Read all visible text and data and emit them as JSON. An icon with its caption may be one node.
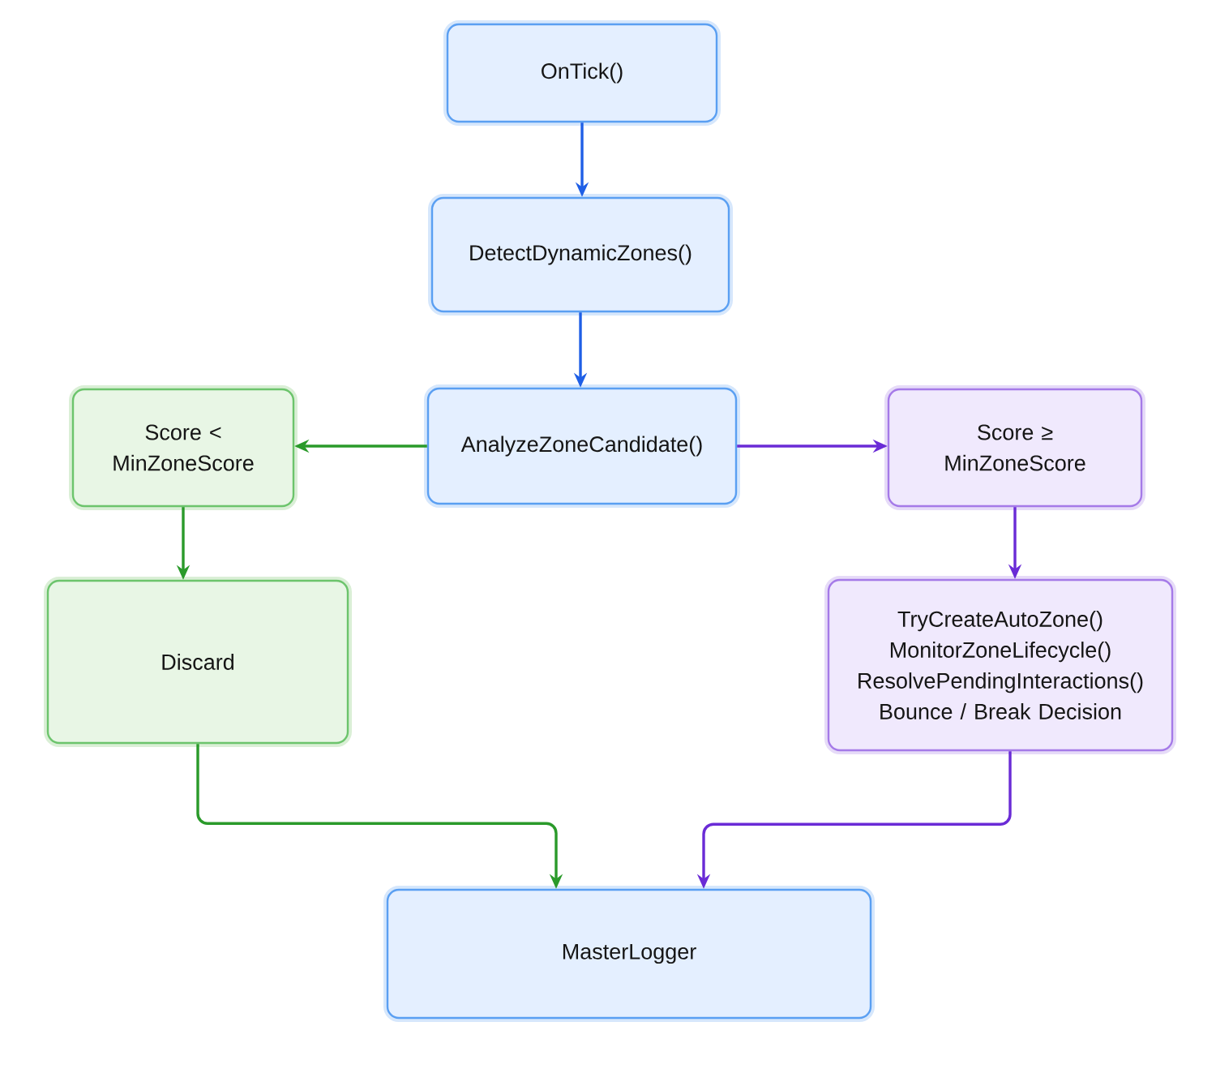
{
  "diagram": {
    "nodes": [
      {
        "text": [
          "OnTick()"
        ]
      },
      {
        "text": [
          "DetectDynamicZones()"
        ]
      },
      {
        "text": [
          "AnalyzeZoneCandidate()"
        ]
      },
      {
        "text": [
          "Score < MinZoneScore"
        ]
      },
      {
        "text": [
          "Score ≥ MinZoneScore"
        ]
      },
      {
        "text": [
          "Discard"
        ]
      },
      {
        "text": [
          "TryCreateAutoZone()",
          "MonitorZoneLifecycle()",
          "ResolvePendingInteractions()",
          "Bounce / Break Decision"
        ]
      },
      {
        "text": [
          "MasterLogger"
        ]
      }
    ],
    "edges": [
      {
        "from": 0,
        "to": 1,
        "arrow": "to",
        "color": "#1f5fe6"
      },
      {
        "from": 1,
        "to": 2,
        "arrow": "to",
        "color": "#1f5fe6"
      },
      {
        "from": 2,
        "to": 3,
        "arrow": "to",
        "color": "#2a9a2a"
      },
      {
        "from": 2,
        "to": 4,
        "arrow": "to",
        "color": "#6a2bd6"
      },
      {
        "from": 3,
        "to": 5,
        "arrow": "to",
        "color": "#2a9a2a"
      },
      {
        "from": 4,
        "to": 6,
        "arrow": "to",
        "color": "#6a2bd6"
      },
      {
        "from": 5,
        "to": 7,
        "arrow": "to",
        "color": "#2a9a2a"
      },
      {
        "from": 6,
        "to": 7,
        "arrow": "to",
        "color": "#6a2bd6"
      }
    ]
  }
}
